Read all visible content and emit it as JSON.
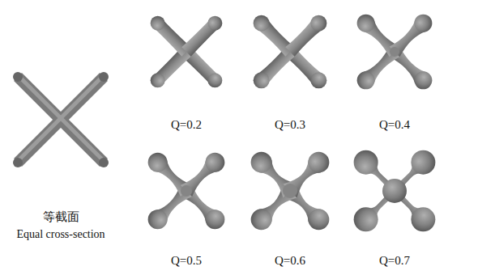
{
  "diagram": {
    "labels": [
      "Q=0.2",
      "Q=0.3",
      "Q=0.4",
      "等截面",
      "Equal cross-section",
      "Q=0.5",
      "Q=0.6",
      "Q=0.7"
    ]
  }
}
